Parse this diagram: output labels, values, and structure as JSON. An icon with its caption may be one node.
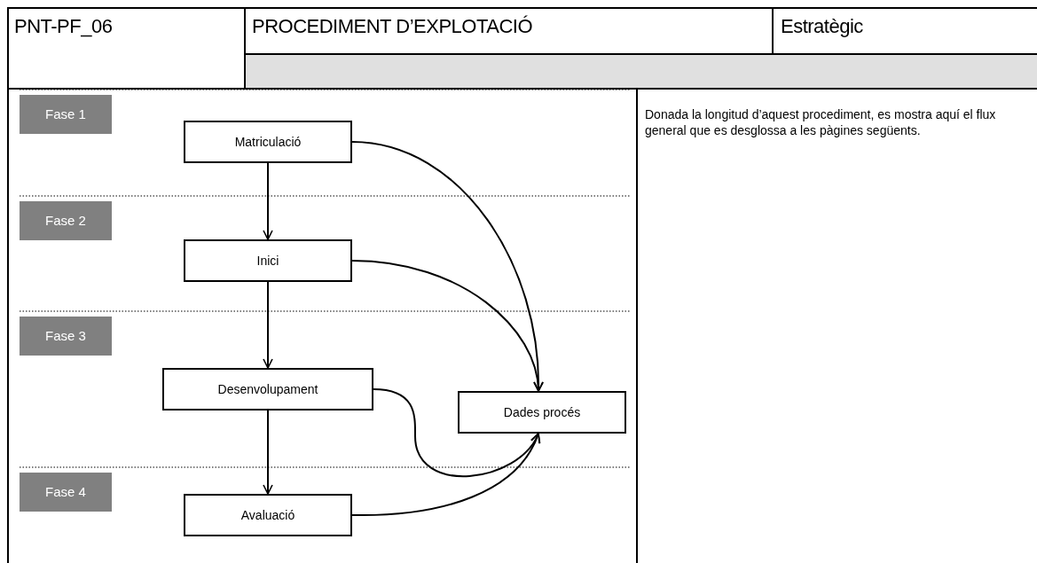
{
  "diagram": {
    "nodes": [
      {
        "text": [
          "Fase 1"
        ]
      },
      {
        "text": [
          "Matriculació"
        ]
      },
      {
        "text": [
          "Fase 2"
        ]
      },
      {
        "text": [
          "Inici"
        ]
      },
      {
        "text": [
          "Fase 3"
        ]
      },
      {
        "text": [
          "Desenvolupament"
        ]
      },
      {
        "text": [
          "Dades procés"
        ]
      },
      {
        "text": [
          "Fase 4"
        ]
      },
      {
        "text": [
          "Avaluació"
        ]
      }
    ],
    "edges": [
      {
        "from": 1,
        "to": 3,
        "arrow": "to"
      },
      {
        "from": 3,
        "to": 5,
        "arrow": "to"
      },
      {
        "from": 5,
        "to": 8,
        "arrow": "to"
      },
      {
        "from": 1,
        "to": 6,
        "arrow": "to"
      },
      {
        "from": 3,
        "to": 6,
        "arrow": "to"
      },
      {
        "from": 5,
        "to": 6,
        "arrow": "to"
      },
      {
        "from": 8,
        "to": 6,
        "arrow": "to"
      }
    ],
    "labels": [
      "PNT-PF_06",
      "PROCEDIMENT D’EXPLOTACIÓ",
      "Estratègic",
      "Donada la longitud d’aquest procediment, es mostra aquí el flux general que es desglossa a les pàgines següents."
    ]
  }
}
